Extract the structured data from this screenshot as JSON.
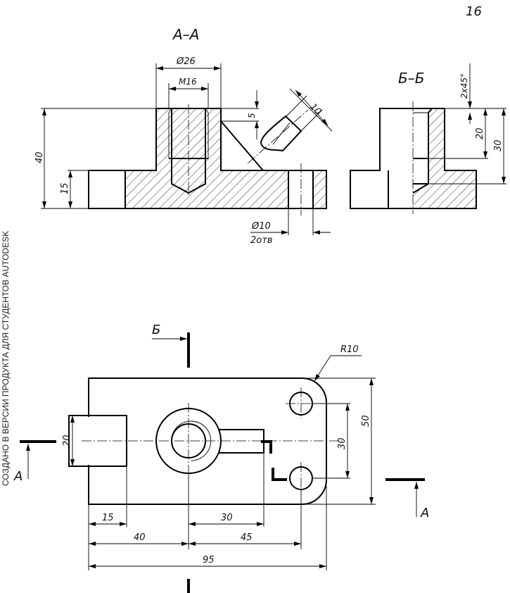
{
  "page_number": "16",
  "watermark": "СОЗДАНО В ВЕРСИИ ПРОДУКТА ДЛЯ СТУДЕНТОВ AUTODESK",
  "section_aa": {
    "title": "А–А",
    "dims": {
      "boss_diameter": "Ø26",
      "thread": "M16",
      "height_total": "40",
      "base_height": "15",
      "rib_offset": "5",
      "rib_width": "10",
      "hole_diameter": "Ø10",
      "hole_count": "2отв"
    }
  },
  "section_bb": {
    "title": "Б–Б",
    "dims": {
      "chamfer": "2x45°",
      "thread_depth": "20",
      "drill_depth": "30"
    }
  },
  "plan_view": {
    "dims": {
      "radius": "R10",
      "overall_width": "50",
      "hole_spacing": "30",
      "boss_width": "20",
      "boss_length": "15",
      "slot_length": "30",
      "center_offset": "40",
      "hole_offset": "45",
      "overall_length": "95"
    },
    "cut_labels": {
      "a_left": "А",
      "a_right": "А",
      "b_top": "Б"
    }
  }
}
